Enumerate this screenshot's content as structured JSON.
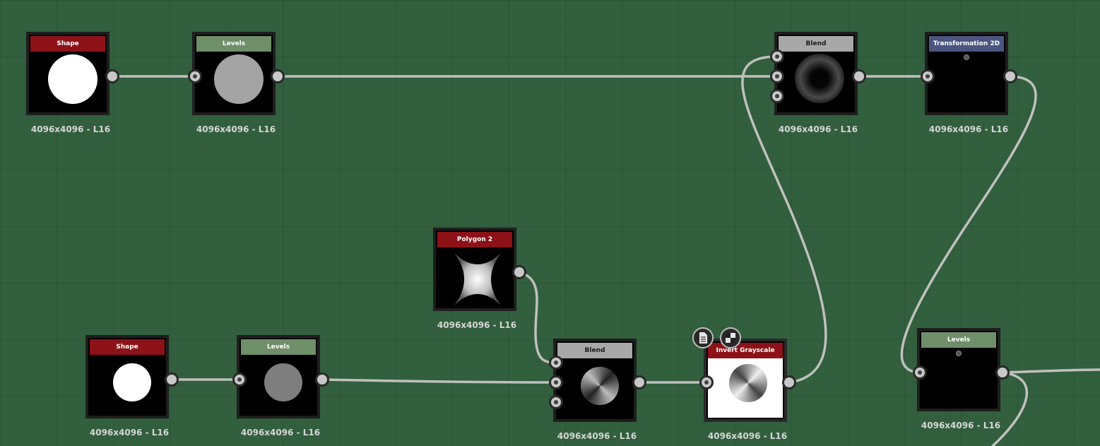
{
  "nodes": [
    {
      "id": "shape1",
      "title": "Shape",
      "size": "4096x4096 - L16"
    },
    {
      "id": "levels1",
      "title": "Levels",
      "size": "4096x4096 - L16"
    },
    {
      "id": "blend1",
      "title": "Blend",
      "size": "4096x4096 - L16"
    },
    {
      "id": "transform",
      "title": "Transformation 2D",
      "size": "4096x4096 - L16"
    },
    {
      "id": "polygon2",
      "title": "Polygon 2",
      "size": "4096x4096 - L16"
    },
    {
      "id": "shape2",
      "title": "Shape",
      "size": "4096x4096 - L16"
    },
    {
      "id": "levels2",
      "title": "Levels",
      "size": "4096x4096 - L16"
    },
    {
      "id": "blend2",
      "title": "Blend",
      "size": "4096x4096 - L16"
    },
    {
      "id": "invert",
      "title": "Invert Grayscale",
      "size": "4096x4096 - L16"
    },
    {
      "id": "levels3",
      "title": "Levels",
      "size": "4096x4096 - L16"
    }
  ],
  "icons": [
    "document-icon",
    "checker-icon",
    "status-dot-icon"
  ],
  "colors": {
    "canvas": "#325f3d",
    "header_generator": "#8c1218",
    "header_adjust": "#6f8f68",
    "header_blend": "#a8a8a8",
    "header_transform": "#4a5580",
    "wire": "#c0c0c0"
  }
}
